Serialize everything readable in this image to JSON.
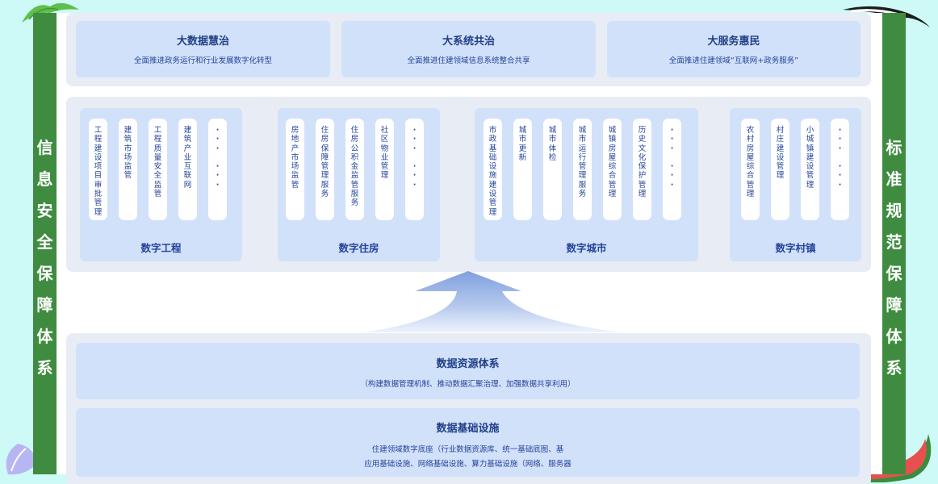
{
  "left_bar": [
    "信",
    "息",
    "安",
    "全",
    "保",
    "障",
    "体",
    "系"
  ],
  "right_bar": [
    "标",
    "准",
    "规",
    "范",
    "保",
    "障",
    "体",
    "系"
  ],
  "top": [
    {
      "title": "大数据慧治",
      "desc": "全面推进政务运行和行业发展数字化转型"
    },
    {
      "title": "大系统共治",
      "desc": "全面推进住建领域信息系统整合共享"
    },
    {
      "title": "大服务惠民",
      "desc": "全面推进住建领域“互联网+政务服务”"
    }
  ],
  "groups": [
    {
      "label": "数字工程",
      "items": [
        "工程建设项目审批管理",
        "建筑市场监管",
        "工程质量安全监管",
        "建筑产业互联网",
        "·  ·  ·  ·  ·"
      ]
    },
    {
      "label": "数字住房",
      "items": [
        "房地产市场监管",
        "住房保障管理服务",
        "住房公积金监管服务",
        "社区物业管理",
        "·  ·  ·  ·  ·"
      ]
    },
    {
      "label": "数字城市",
      "items": [
        "市政基础设施建设管理",
        "城市更新",
        "城市体检",
        "城市运行管理服务",
        "城镇房屋综合管理",
        "历史文化保护管理",
        "·  ·  ·  ·  ·"
      ]
    },
    {
      "label": "数字村镇",
      "items": [
        "农村房屋综合管理",
        "村庄建设管理",
        "小城镇建设管理",
        "·  ·  ·  ·  ·"
      ]
    }
  ],
  "bottom": [
    {
      "title": "数据资源体系",
      "desc": "（构建数据管理机制、推动数据汇聚治理、加强数据共享利用）"
    },
    {
      "title": "数据基础设施",
      "desc": "住建领域数字底座（行业数据资源库、统一基础底图、基",
      "desc2": "应用基础设施、网络基础设施、算力基础设施（网络、服务器"
    }
  ],
  "colors": {
    "sidebar": "#3f8c41",
    "panel": "#e8ecf5",
    "card": "#d2e1fa",
    "text": "#24449a",
    "background": "#cdf9f7"
  }
}
